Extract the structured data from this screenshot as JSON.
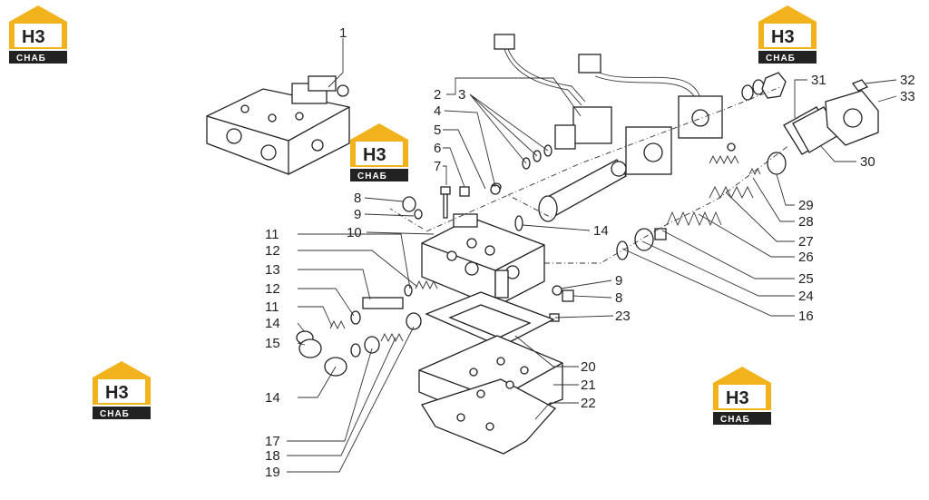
{
  "logos": [
    {
      "top": "H3",
      "bottom": "СНАБ"
    },
    {
      "top": "H3",
      "bottom": "СНАБ"
    },
    {
      "top": "H3",
      "bottom": "СНАБ"
    },
    {
      "top": "H3",
      "bottom": "СНАБ"
    },
    {
      "top": "H3",
      "bottom": "СНАБ"
    }
  ],
  "callouts": [
    "1",
    "2",
    "3",
    "4",
    "5",
    "6",
    "7",
    "8",
    "9",
    "10",
    "11",
    "12",
    "13",
    "12",
    "11",
    "14",
    "15",
    "14",
    "17",
    "18",
    "19",
    "20",
    "21",
    "22",
    "23",
    "8",
    "9",
    "14",
    "16",
    "24",
    "25",
    "26",
    "27",
    "28",
    "29",
    "30",
    "31",
    "32",
    "33"
  ]
}
